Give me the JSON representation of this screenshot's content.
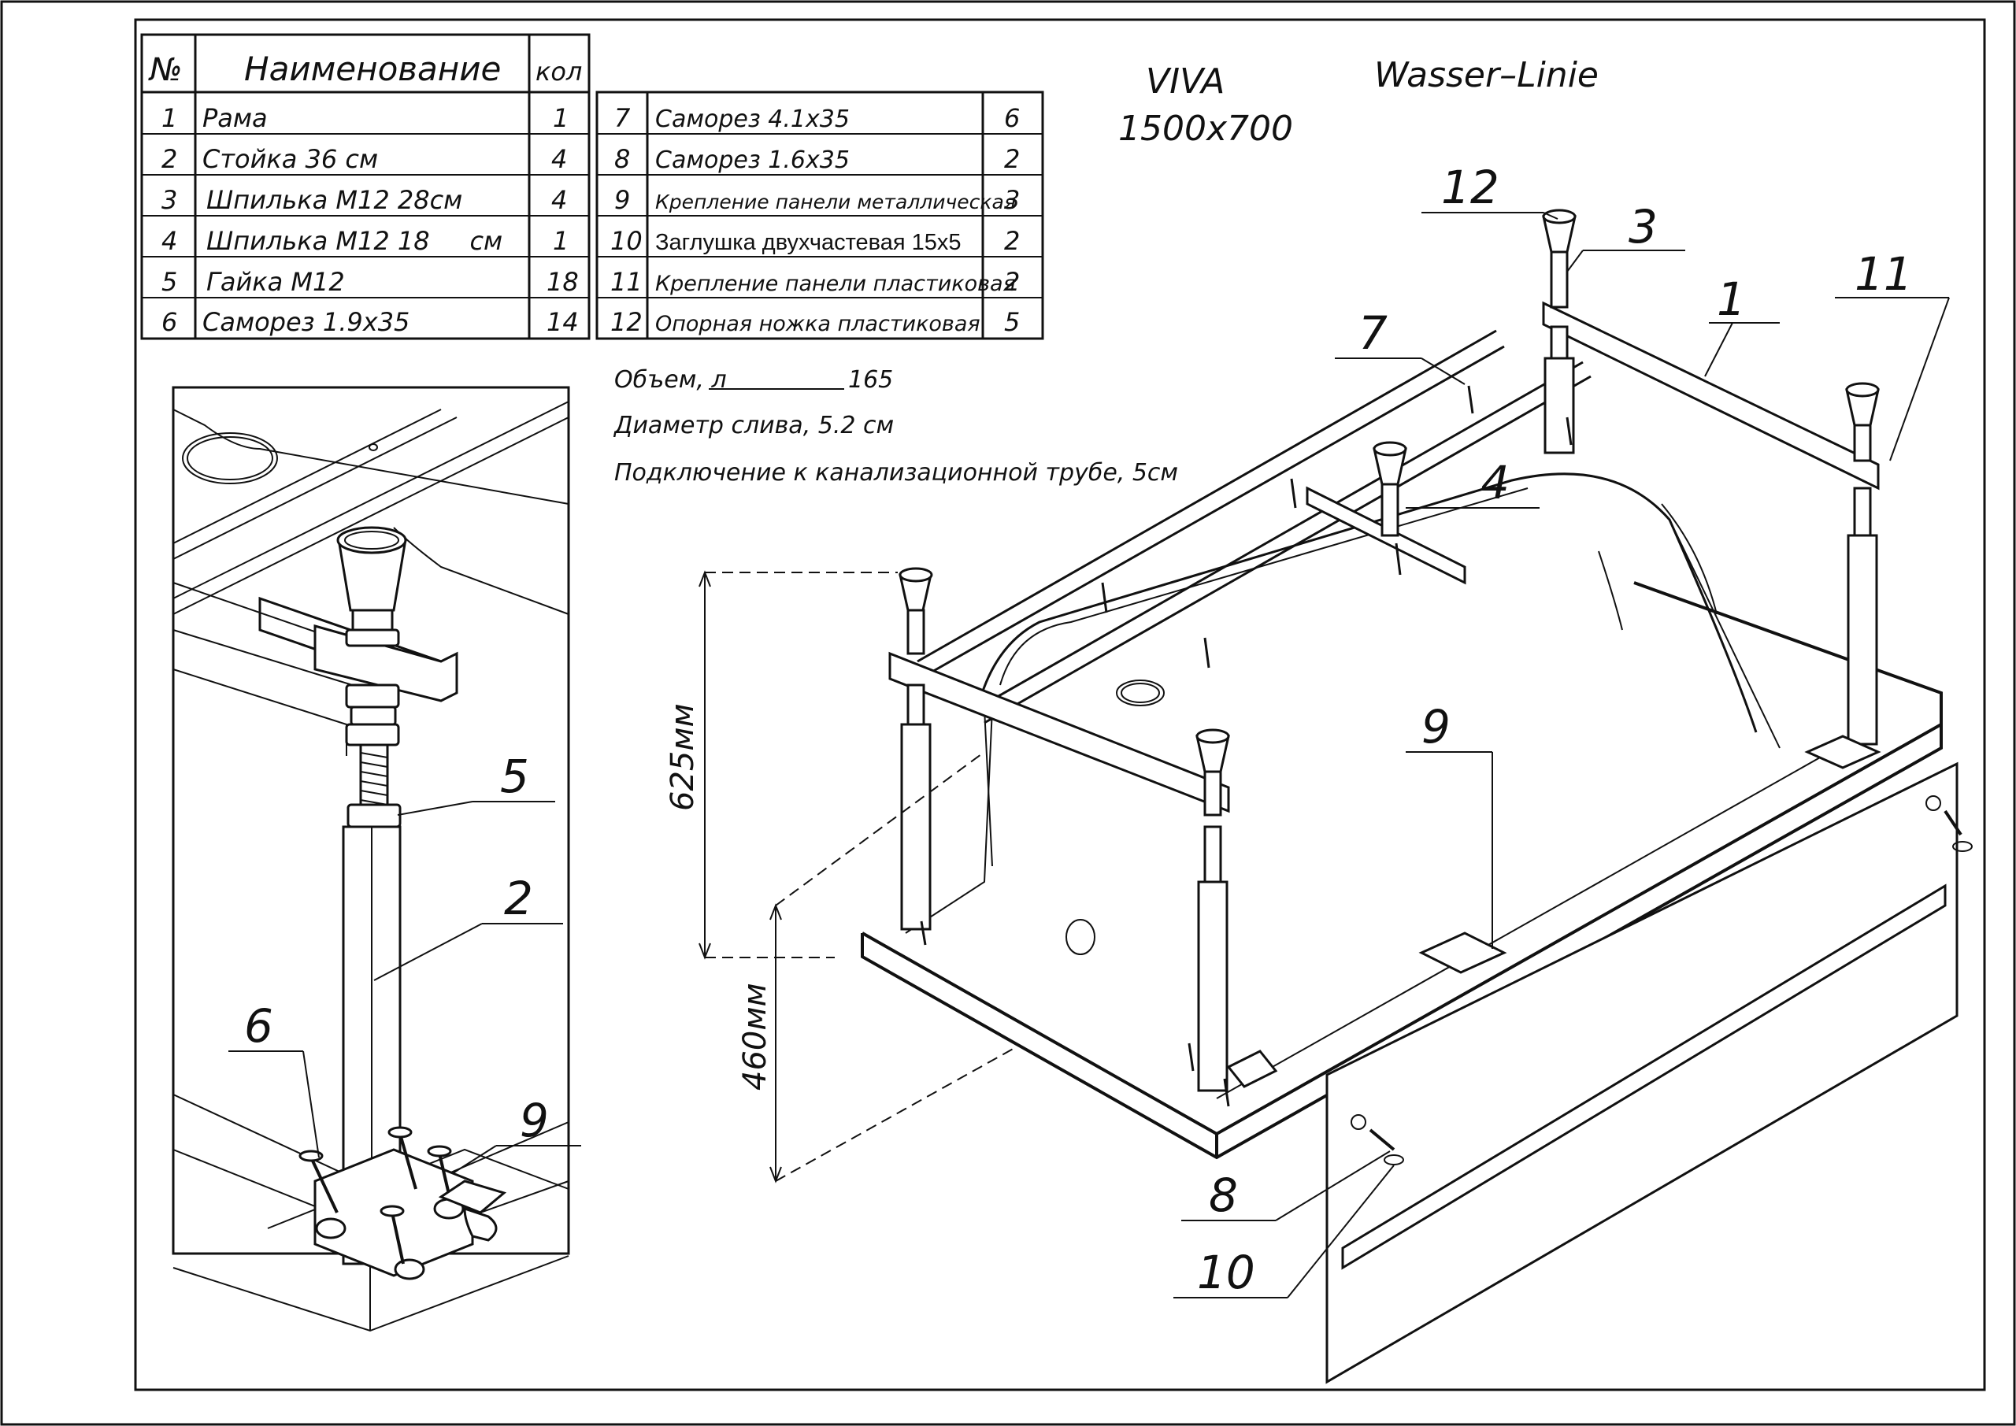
{
  "header": {
    "model": "VIVA",
    "size": "1500x700",
    "brand": "Wasser–Linie"
  },
  "table": {
    "col_no": "№",
    "col_name": "Наименование",
    "col_qty": "кол",
    "left_rows": [
      {
        "no": "1",
        "name": "Рама",
        "qty": "1"
      },
      {
        "no": "2",
        "name": "Стойка  36 см",
        "qty": "4"
      },
      {
        "no": "3",
        "name": "Шпилька М12 28см",
        "qty": "4"
      },
      {
        "no": "4",
        "name": "Шпилька М12 18     см",
        "qty": "1"
      },
      {
        "no": "5",
        "name": "Гайка М12",
        "qty": "18"
      },
      {
        "no": "6",
        "name": "Саморез  1.9х35",
        "qty": "14"
      }
    ],
    "right_rows": [
      {
        "no": "7",
        "name": "Саморез 4.1х35",
        "qty": "6"
      },
      {
        "no": "8",
        "name": "Саморез  1.6х35",
        "qty": "2"
      },
      {
        "no": "9",
        "name": "Крепление панели металлическая",
        "qty": "3"
      },
      {
        "no": "10",
        "name": "Заглушка двухчастевая 15х5",
        "qty": "2"
      },
      {
        "no": "11",
        "name": "Крепление панели пластиковая",
        "qty": "2"
      },
      {
        "no": "12",
        "name": "Опорная ножка пластиковая",
        "qty": "5"
      }
    ]
  },
  "specs": {
    "volume_label": "Объем, л",
    "volume_value": "165",
    "drain_label": "Диаметр слива,  5.2 см",
    "connection_label": "Подключение к канализационной трубе, 5см"
  },
  "dimensions": {
    "height_total": "625мм",
    "height_bath": "460мм"
  },
  "callouts": {
    "c1": "1",
    "c2": "2",
    "c3": "3",
    "c4": "4",
    "c5": "5",
    "c6": "6",
    "c7": "7",
    "c8": "8",
    "c9_main": "9",
    "c9_detail": "9",
    "c10": "10",
    "c11": "11",
    "c12": "12"
  }
}
